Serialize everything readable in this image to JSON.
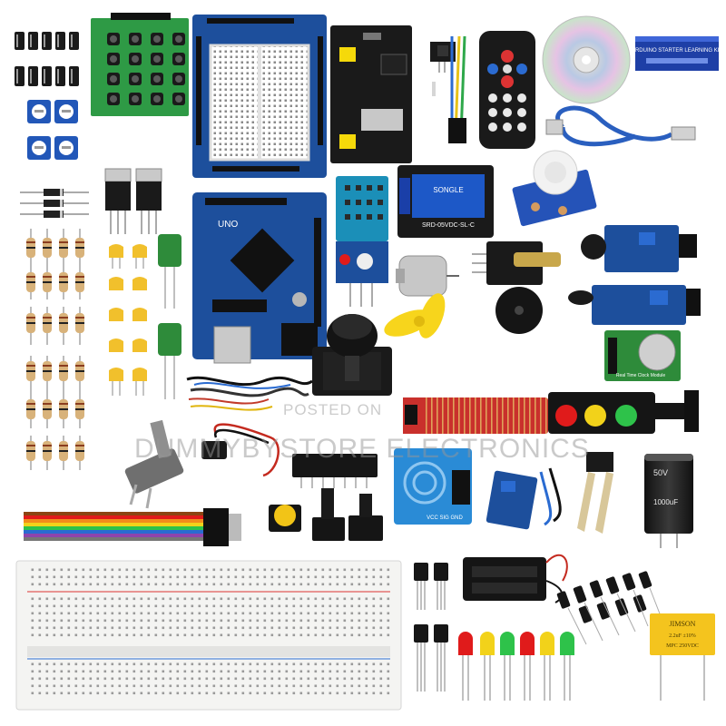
{
  "watermark": {
    "posted_on": "POSTED ON",
    "store": "DUMMYBYSTORE ELECTRONICS"
  },
  "labels": {
    "kit_box": "ARDUINO STARTER LEARNING KIT",
    "relay_brand": "SONGLE",
    "relay_model": "SRD-05VDC-SL-C",
    "capacitor_voltage": "50V",
    "capacitor_value": "1000uF",
    "film_cap_brand": "JIMSON",
    "film_cap_value": "2.2uF ±10%",
    "film_cap_rating": "MPC 250VDC",
    "touch_pins": "VCC SIG GND",
    "rtc_label": "Real Time Clock Module",
    "board_name": "UNO"
  },
  "colors": {
    "pcb_blue": "#1d4f9c",
    "pcb_green": "#2e8b3a",
    "pcb_red": "#c9302c",
    "breadboard": "#f4f4f2",
    "led_red": "#e01b1b",
    "led_yellow": "#f2d21a",
    "led_green": "#2ec24a"
  },
  "items": [
    "electrolytic-capacitors",
    "keypad-4x4",
    "proto-shield",
    "power-module",
    "ir-receiver",
    "ir-remote",
    "cd-disc",
    "kit-box",
    "usb-cable",
    "trim-potentiometers",
    "voltage-regulators",
    "dht11-sensor",
    "relay-module",
    "pir-sensor",
    "resistors",
    "ceramic-capacitors",
    "film-capacitors",
    "uno-board",
    "laser-module",
    "sound-sensor",
    "dc-motor",
    "propeller",
    "buzzer",
    "flame-sensor",
    "rtc-module",
    "joystick",
    "jumper-wires",
    "water-sensor",
    "traffic-light-module",
    "rotary-potentiometer",
    "battery-clip",
    "ic-chip",
    "touch-sensor",
    "soil-sensor",
    "big-capacitor",
    "ribbon-cable",
    "push-button",
    "tact-switches",
    "breadboard",
    "transistors",
    "battery-holder",
    "leds",
    "small-capacitors",
    "jimson-capacitor"
  ]
}
